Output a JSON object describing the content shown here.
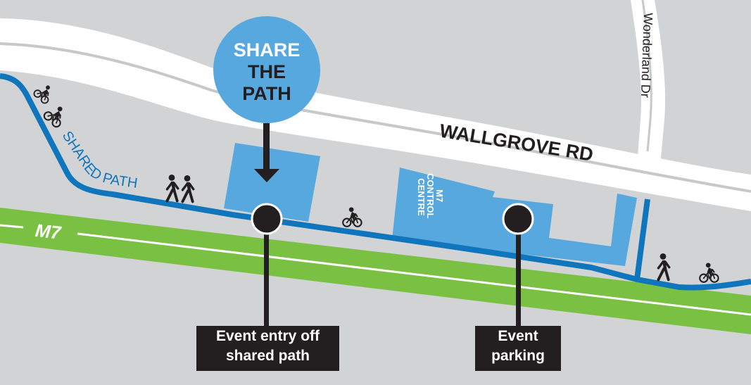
{
  "map": {
    "colors": {
      "background": "#d1d3d4",
      "road": "#ffffff",
      "road_median": "#c6c8ca",
      "motorway": "#7ac143",
      "shared_path": "#0f75bc",
      "building": "#57a8df",
      "marker": "#231f20",
      "text_dark": "#231f20"
    },
    "badge": {
      "line1": "SHARE",
      "line2": "THE",
      "line3": "PATH"
    },
    "roads": {
      "main_road": "WALLGROVE RD",
      "side_road": "Wonderland Dr",
      "motorway": "M7"
    },
    "paths": {
      "shared_path_label": "SHARED PATH"
    },
    "buildings": {
      "control_centre": {
        "line1": "M7",
        "line2": "CONTROL",
        "line3": "CENTRE"
      }
    },
    "markers": [
      {
        "id": "entry",
        "line1": "Event entry off",
        "line2": "shared path"
      },
      {
        "id": "parking",
        "line1": "Event",
        "line2": "parking"
      }
    ],
    "icons": {
      "cyclist": "cyclist-icon",
      "pedestrian": "pedestrian-icon",
      "arrow": "arrow-down-icon",
      "pin": "location-pin-icon"
    }
  }
}
